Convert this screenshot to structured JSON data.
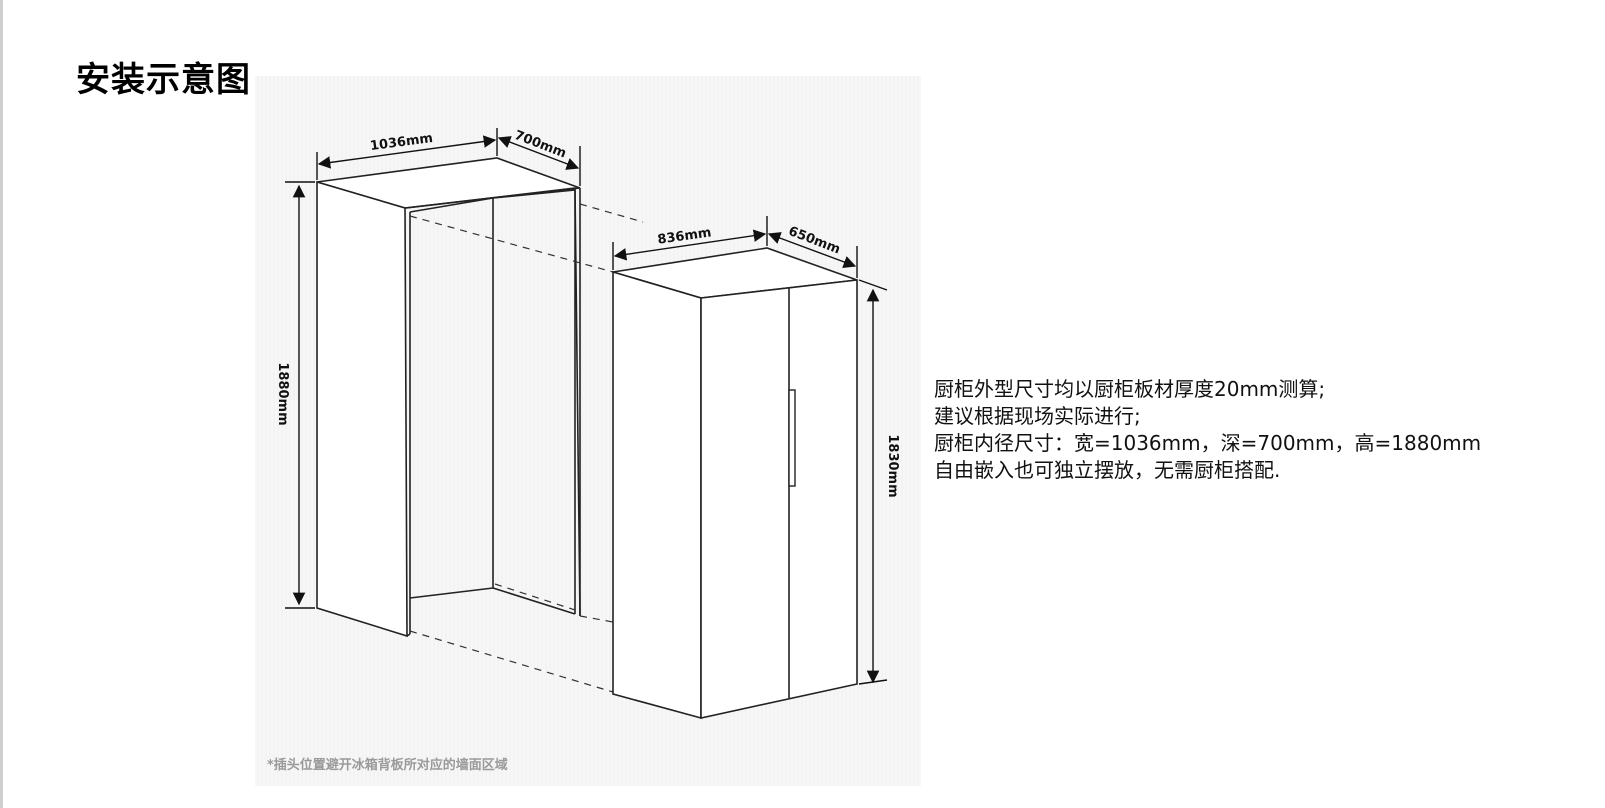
{
  "title": "安装示意图",
  "diagram": {
    "cabinet": {
      "width_label": "1036mm",
      "depth_label": "700mm",
      "height_label": "1880mm"
    },
    "fridge": {
      "width_label": "836mm",
      "depth_label": "650mm",
      "height_label": "1830mm"
    },
    "footnote": "*插头位置避开冰箱背板所对应的墙面区域"
  },
  "notes": [
    "厨柜外型尺寸均以厨柜板材厚度20mm测算;",
    "建议根据现场实际进行;",
    "厨柜内径尺寸：宽=1036mm，深=700mm，高=1880mm",
    "自由嵌入也可独立摆放，无需厨柜搭配."
  ],
  "colors": {
    "line": "#222222",
    "panel_background": "#f5f5f5",
    "footnote": "#9a9a9a"
  }
}
